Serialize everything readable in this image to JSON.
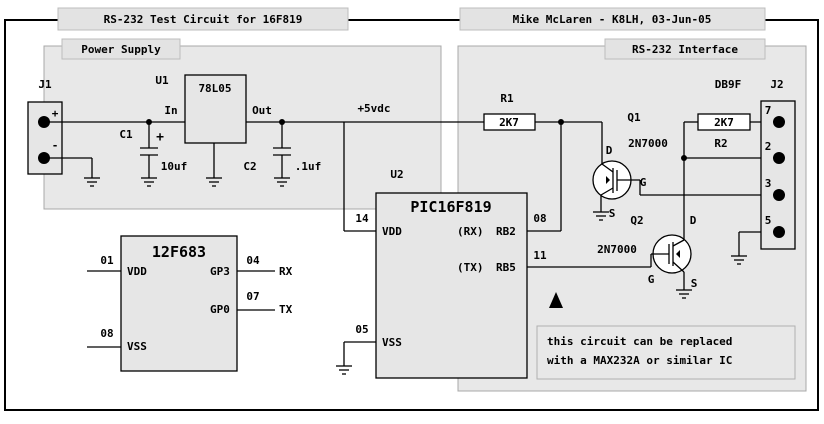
{
  "header": {
    "title": "RS-232 Test Circuit for 16F819",
    "author": "Mike McLaren - K8LH, 03-Jun-05"
  },
  "panels": {
    "power_supply": "Power Supply",
    "rs232_interface": "RS-232 Interface"
  },
  "power": {
    "j1": "J1",
    "plus": "+",
    "minus": "-",
    "u1": "U1",
    "regulator": "78L05",
    "pin_in": "In",
    "pin_out": "Out",
    "c1": "C1",
    "c1_value": "10uf",
    "c1_plus": "+",
    "c2": "C2",
    "c2_value": ".1uf",
    "rail": "+5vdc"
  },
  "mcu": {
    "ref": "U2",
    "part": "PIC16F819",
    "pin14": "14",
    "vdd": "VDD",
    "rx_label": "(RX)",
    "rb2": "RB2",
    "pin08": "08",
    "tx_label": "(TX)",
    "rb5": "RB5",
    "pin11": "11",
    "pin05": "05",
    "vss": "VSS"
  },
  "alt_mcu": {
    "part": "12F683",
    "pin01": "01",
    "vdd": "VDD",
    "gp3": "GP3",
    "pin04": "04",
    "rx": "RX",
    "gp0": "GP0",
    "pin07": "07",
    "tx": "TX",
    "pin08": "08",
    "vss": "VSS"
  },
  "interface": {
    "r1": "R1",
    "r1_value": "2K7",
    "r2": "R2",
    "r2_value": "2K7",
    "q1": "Q1",
    "q1_part": "2N7000",
    "q2": "Q2",
    "q2_part": "2N7000",
    "d": "D",
    "g": "G",
    "s": "S",
    "db9f": "DB9F",
    "j2": "J2",
    "pin7": "7",
    "pin2": "2",
    "pin3": "3",
    "pin5": "5"
  },
  "note": {
    "line1": "this circuit can be replaced",
    "line2": "with a MAX232A or similar IC"
  }
}
